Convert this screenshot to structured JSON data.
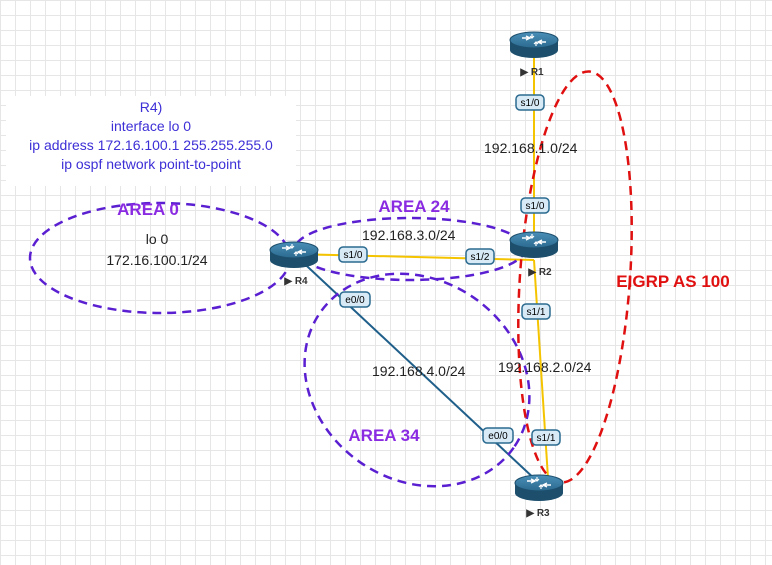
{
  "config_note": {
    "lines": [
      "R4)",
      "interface lo 0",
      "ip address 172.16.100.1 255.255.255.0",
      "ip ospf network point-to-point"
    ]
  },
  "routers": {
    "r1": "R1",
    "r2": "R2",
    "r3": "R3",
    "r4": "R4"
  },
  "areas": {
    "area0": "AREA 0",
    "area24": "AREA 24",
    "area34": "AREA 34",
    "eigrp": "EIGRP AS 100"
  },
  "loopback": {
    "name": "lo 0",
    "network": "172.16.100.1/24"
  },
  "networks": {
    "r1_r2": "192.168.1.0/24",
    "r4_r2": "192.168.3.0/24",
    "r4_r3": "192.168.4.0/24",
    "r2_r3": "192.168.2.0/24"
  },
  "interfaces": {
    "r1_s10": "s1/0",
    "r2_s10": "s1/0",
    "r4_s10": "s1/0",
    "r2_s12": "s1/2",
    "r2_s11": "s1/1",
    "r3_s11": "s1/1",
    "r4_e00": "e0/0",
    "r3_e00": "e0/0"
  },
  "colors": {
    "ospf_area": "#5a1fd1",
    "area_label": "#8a2be2",
    "eigrp": "#e01010",
    "serial_link": "#f5c400",
    "ethernet_link": "#1f5f8a",
    "router": "#2b6a8f"
  }
}
